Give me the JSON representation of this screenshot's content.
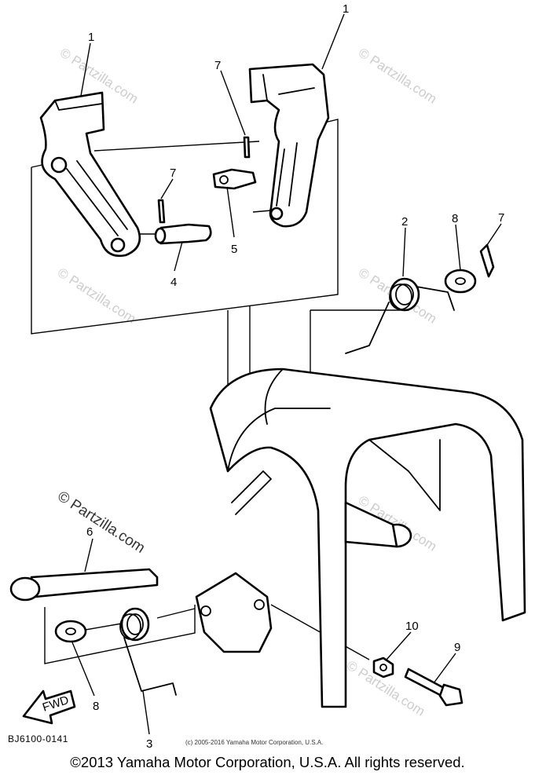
{
  "diagram": {
    "callouts": [
      "1",
      "1",
      "7",
      "7",
      "5",
      "4",
      "2",
      "8",
      "7",
      "6",
      "8",
      "3",
      "10",
      "9"
    ],
    "watermark_text": "© Partzilla.com",
    "fwd_label": "FWD",
    "code": "BJ6100-0141",
    "small_copyright": "(c) 2005-2016 Yamaha Motor Corporation, U.S.A."
  },
  "footer": {
    "copyright": "©2013 Yamaha Motor Corporation, U.S.A. All rights reserved."
  }
}
